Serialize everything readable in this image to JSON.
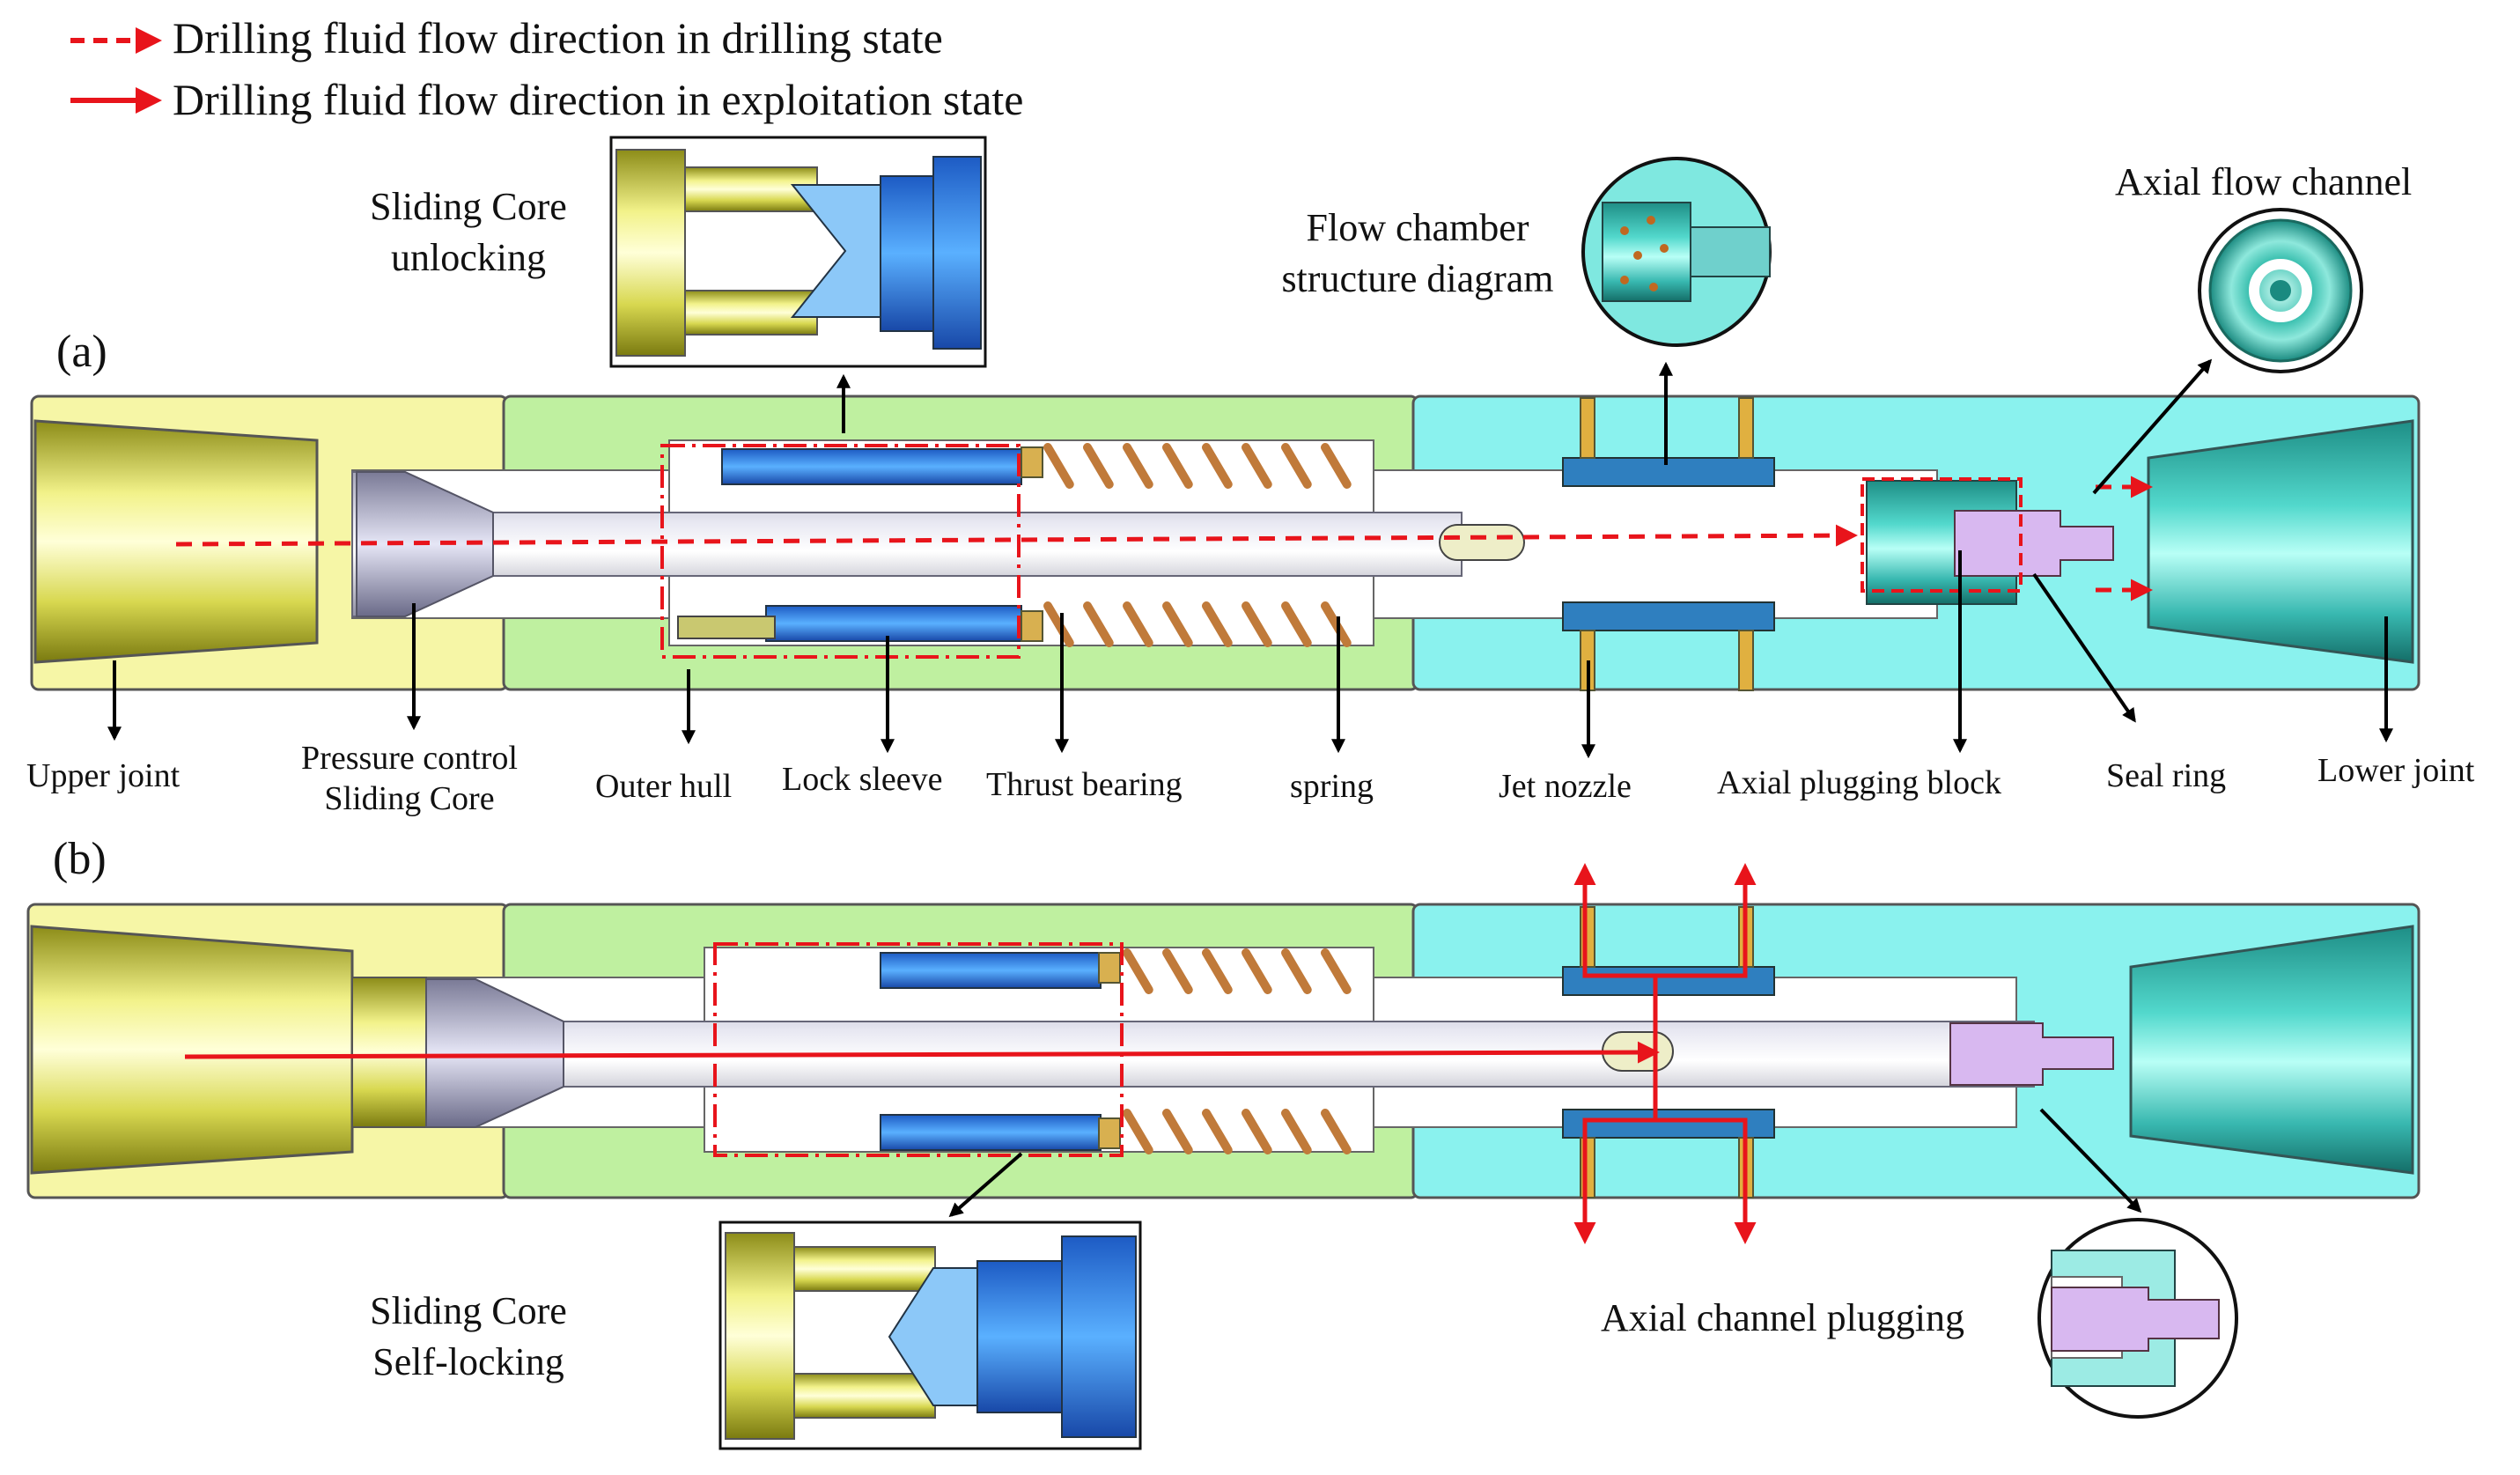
{
  "legend": {
    "drilling": "Drilling fluid flow direction in drilling state",
    "exploitation": "Drilling fluid flow direction in exploitation state"
  },
  "panels": {
    "a": "(a)",
    "b": "(b)"
  },
  "callouts": {
    "unlocking": [
      "Sliding Core",
      "unlocking"
    ],
    "flow_chamber": [
      "Flow chamber",
      "structure diagram"
    ],
    "axial_flow": "Axial flow channel",
    "self_locking": [
      "Sliding Core",
      "Self-locking"
    ],
    "axial_plugging": "Axial channel plugging"
  },
  "parts": {
    "upper_joint": "Upper joint",
    "pressure_core": [
      "Pressure control",
      "Sliding Core"
    ],
    "outer_hull": "Outer hull",
    "lock_sleeve": "Lock sleeve",
    "thrust_bearing": "Thrust bearing",
    "spring": "spring",
    "jet_nozzle": "Jet nozzle",
    "axial_block": "Axial plugging block",
    "seal_ring": "Seal ring",
    "lower_joint": "Lower joint"
  },
  "colors": {
    "yellow": "#f6f6a6",
    "green": "#bff0a0",
    "cyan": "#8af2ee",
    "flow_red": "#e8141b",
    "core_gray": "#c9c9d8",
    "blue_sleeve": "#3b8fe6",
    "spring_copper": "#c07a3a"
  }
}
